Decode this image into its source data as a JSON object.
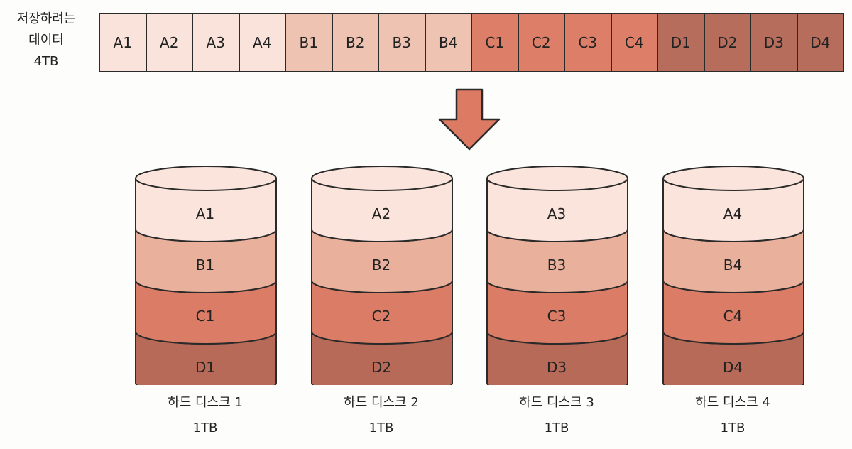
{
  "source": {
    "label_lines": [
      "저장하려는",
      "데이터",
      "4TB"
    ]
  },
  "strip": {
    "cells": [
      {
        "label": "A1",
        "group": "A"
      },
      {
        "label": "A2",
        "group": "A"
      },
      {
        "label": "A3",
        "group": "A"
      },
      {
        "label": "A4",
        "group": "A"
      },
      {
        "label": "B1",
        "group": "B"
      },
      {
        "label": "B2",
        "group": "B"
      },
      {
        "label": "B3",
        "group": "B"
      },
      {
        "label": "B4",
        "group": "B"
      },
      {
        "label": "C1",
        "group": "C"
      },
      {
        "label": "C2",
        "group": "C"
      },
      {
        "label": "C3",
        "group": "C"
      },
      {
        "label": "C4",
        "group": "C"
      },
      {
        "label": "D1",
        "group": "D"
      },
      {
        "label": "D2",
        "group": "D"
      },
      {
        "label": "D3",
        "group": "D"
      },
      {
        "label": "D4",
        "group": "D"
      }
    ]
  },
  "colors": {
    "A": "#f9e3db",
    "B": "#efc3b1",
    "C": "#dd7e68",
    "D": "#b66d5c",
    "disk_A": "#fbe4dc",
    "disk_B": "#e9b19c",
    "disk_C": "#db7d66",
    "disk_D": "#b86a58",
    "arrow": "#dc7a63",
    "stroke": "#2a2a2a"
  },
  "disks": [
    {
      "name": "하드 디스크 1",
      "size": "1TB",
      "layers": [
        "A1",
        "B1",
        "C1",
        "D1"
      ]
    },
    {
      "name": "하드 디스크 2",
      "size": "1TB",
      "layers": [
        "A2",
        "B2",
        "C2",
        "D2"
      ]
    },
    {
      "name": "하드 디스크 3",
      "size": "1TB",
      "layers": [
        "A3",
        "B3",
        "C3",
        "D3"
      ]
    },
    {
      "name": "하드 디스크 4",
      "size": "1TB",
      "layers": [
        "A4",
        "B4",
        "C4",
        "D4"
      ]
    }
  ]
}
